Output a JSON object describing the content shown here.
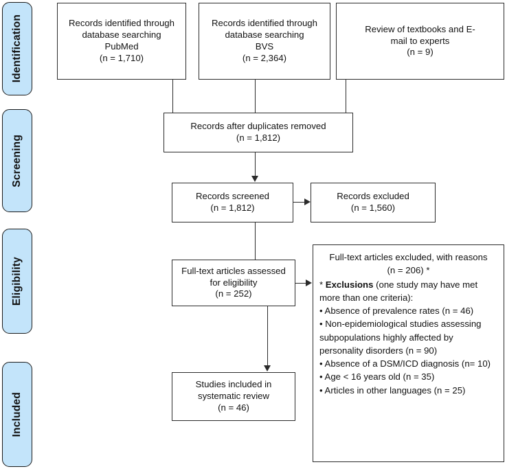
{
  "diagram": {
    "title": "PRISMA study selection flow diagram",
    "accent_color": "#c3e4fa",
    "line_color": "#2b2b2b",
    "box_fill": "#ffffff"
  },
  "stages": [
    {
      "id": "identification",
      "label": "Identification"
    },
    {
      "id": "screening",
      "label": "Screening"
    },
    {
      "id": "eligibility",
      "label": "Eligibility"
    },
    {
      "id": "included",
      "label": "Included"
    }
  ],
  "boxes": {
    "pubmed": "Records identified through\ndatabase searching\nPubMed\n(n = 1,710)",
    "bvs": "Records identified through\ndatabase searching\nBVS\n(n = 2,364)",
    "experts": "Review of textbooks and E-\nmail to experts\n(n = 9)",
    "duplicates_removed": "Records after duplicates removed\n(n = 1,812)",
    "records_screened": "Records screened\n(n = 1,812)",
    "records_excluded": "Records excluded\n(n = 1,560)",
    "fulltext_assessed": "Full-text articles assessed\nfor eligibility\n(n = 252)",
    "studies_included": "Studies included in\nsystematic review\n(n = 46)"
  },
  "exclusions": {
    "heading": "Full-text articles excluded, with reasons\n(n = 206) *",
    "note_prefix": "*  ",
    "note_bold": "Exclusions",
    "note_rest": " (one study may have met more than one criteria):",
    "items": [
      "• Absence of prevalence rates (n = 46)",
      "• Non-epidemiological studies assessing subpopulations highly affected by personality disorders (n = 90)",
      "• Absence of a DSM/ICD diagnosis (n= 10)",
      "• Age < 16 years old (n = 35)",
      "• Articles in other languages (n = 25)"
    ]
  }
}
